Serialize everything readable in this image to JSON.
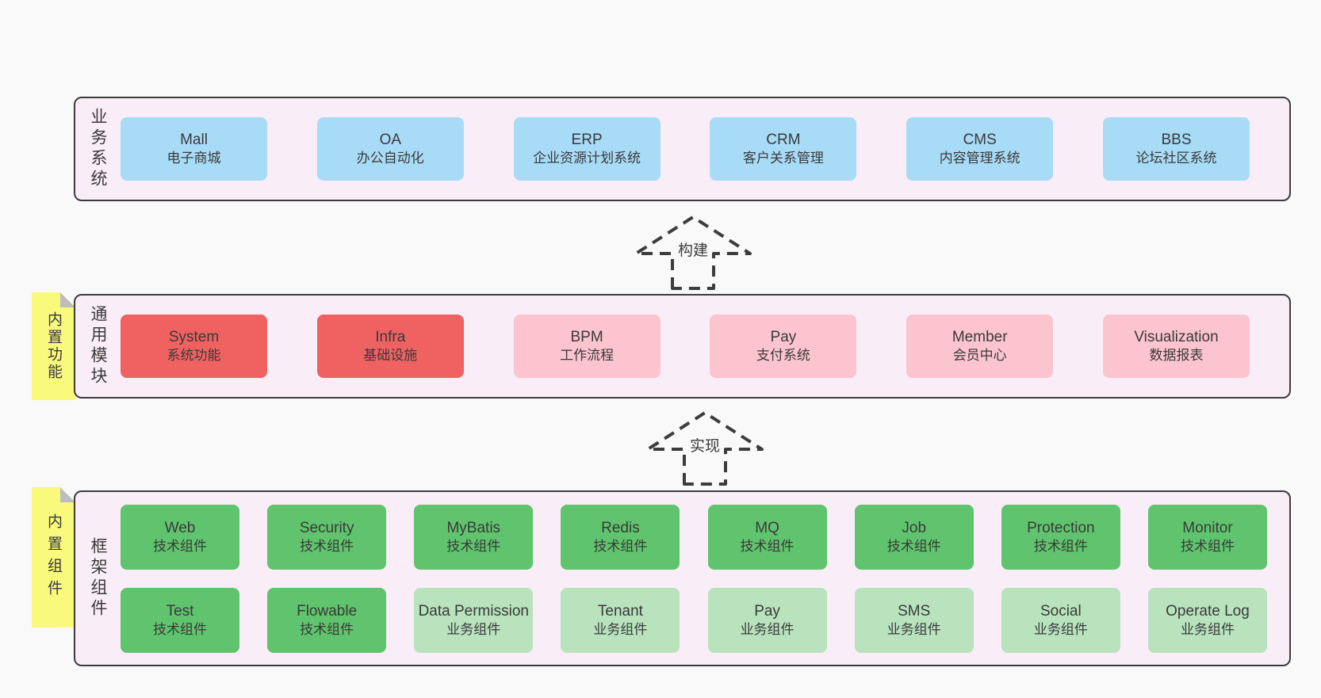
{
  "colors": {
    "page_bg": "#f9f9f9",
    "container_bg": "#f9edf7",
    "line": "#3c3c3c",
    "text": "#3a3a3a",
    "note_bg": "#f9f97b",
    "note_fold": "#bdbdbf",
    "blue": "#a8dbf6",
    "red": "#f06261",
    "pink": "#fbc4ce",
    "green": "#5fc46d",
    "lightgreen": "#b8e3bd"
  },
  "notes": [
    {
      "text": "内置功能"
    },
    {
      "text": "内置组件"
    }
  ],
  "arrows": [
    {
      "label": "构建"
    },
    {
      "label": "实现"
    }
  ],
  "layers": [
    {
      "label": "业务系统",
      "rows": [
        [
          {
            "title": "Mall",
            "subtitle": "电子商城",
            "color": "blue"
          },
          {
            "title": "OA",
            "subtitle": "办公自动化",
            "color": "blue"
          },
          {
            "title": "ERP",
            "subtitle": "企业资源计划系统",
            "color": "blue"
          },
          {
            "title": "CRM",
            "subtitle": "客户关系管理",
            "color": "blue"
          },
          {
            "title": "CMS",
            "subtitle": "内容管理系统",
            "color": "blue"
          },
          {
            "title": "BBS",
            "subtitle": "论坛社区系统",
            "color": "blue"
          }
        ]
      ]
    },
    {
      "label": "通用模块",
      "rows": [
        [
          {
            "title": "System",
            "subtitle": "系统功能",
            "color": "red"
          },
          {
            "title": "Infra",
            "subtitle": "基础设施",
            "color": "red"
          },
          {
            "title": "BPM",
            "subtitle": "工作流程",
            "color": "pink"
          },
          {
            "title": "Pay",
            "subtitle": "支付系统",
            "color": "pink"
          },
          {
            "title": "Member",
            "subtitle": "会员中心",
            "color": "pink"
          },
          {
            "title": "Visualization",
            "subtitle": "数据报表",
            "color": "pink"
          }
        ]
      ]
    },
    {
      "label": "框架组件",
      "rows": [
        [
          {
            "title": "Web",
            "subtitle": "技术组件",
            "color": "green"
          },
          {
            "title": "Security",
            "subtitle": "技术组件",
            "color": "green"
          },
          {
            "title": "MyBatis",
            "subtitle": "技术组件",
            "color": "green"
          },
          {
            "title": "Redis",
            "subtitle": "技术组件",
            "color": "green"
          },
          {
            "title": "MQ",
            "subtitle": "技术组件",
            "color": "green"
          },
          {
            "title": "Job",
            "subtitle": "技术组件",
            "color": "green"
          },
          {
            "title": "Protection",
            "subtitle": "技术组件",
            "color": "green"
          },
          {
            "title": "Monitor",
            "subtitle": "技术组件",
            "color": "green"
          }
        ],
        [
          {
            "title": "Test",
            "subtitle": "技术组件",
            "color": "green"
          },
          {
            "title": "Flowable",
            "subtitle": "技术组件",
            "color": "green"
          },
          {
            "title": "Data Permission",
            "subtitle": "业务组件",
            "color": "lightgreen"
          },
          {
            "title": "Tenant",
            "subtitle": "业务组件",
            "color": "lightgreen"
          },
          {
            "title": "Pay",
            "subtitle": "业务组件",
            "color": "lightgreen"
          },
          {
            "title": "SMS",
            "subtitle": "业务组件",
            "color": "lightgreen"
          },
          {
            "title": "Social",
            "subtitle": "业务组件",
            "color": "lightgreen"
          },
          {
            "title": "Operate Log",
            "subtitle": "业务组件",
            "color": "lightgreen"
          }
        ]
      ]
    }
  ]
}
